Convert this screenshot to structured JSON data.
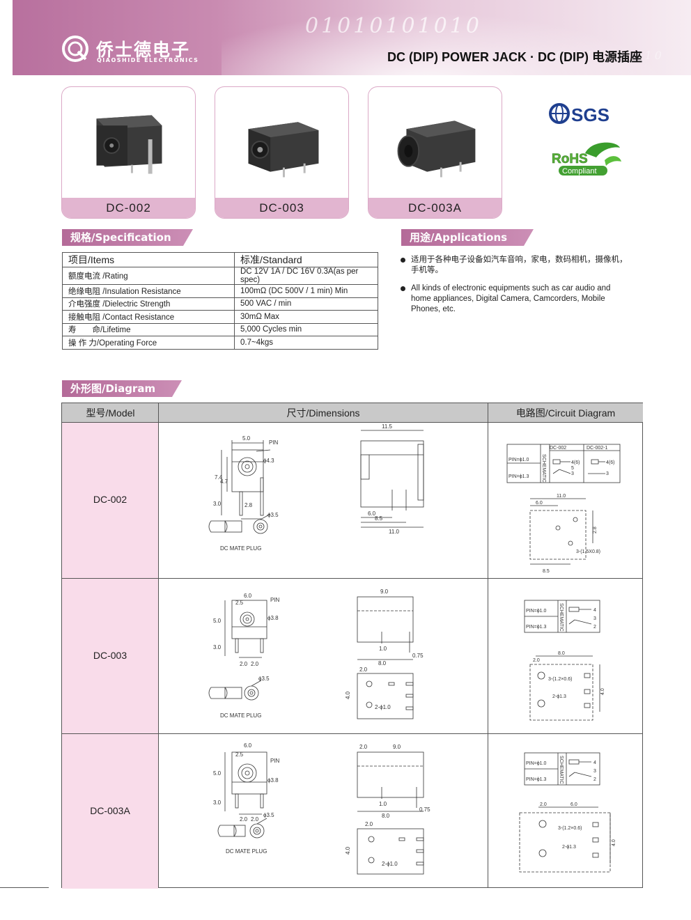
{
  "header": {
    "logo_cn": "侨士德电子",
    "logo_en": "QIAOSHIDE ELECTRONICS",
    "title": "DC (DIP) POWER JACK · DC (DIP) 电源插座",
    "binary_text": "01010101010"
  },
  "products": [
    {
      "name": "DC-002"
    },
    {
      "name": "DC-003"
    },
    {
      "name": "DC-003A"
    }
  ],
  "certs": {
    "sgs": "SGS",
    "rohs": "RoHS",
    "compliant": "Compliant"
  },
  "spec": {
    "banner": "规格/Specification",
    "col_items": "项目/Items",
    "col_standard": "标准/Standard",
    "rows": [
      {
        "item": "额度电流 /Rating",
        "value": "DC 12V 1A / DC 16V 0.3A(as per spec)"
      },
      {
        "item": "绝缘电阻 /Insulation Resistance",
        "value": "100mΩ (DC 500V / 1 min) Min"
      },
      {
        "item": "介电强度 /Dielectric Strength",
        "value": "500 VAC / min"
      },
      {
        "item": "接触电阻 /Contact Resistance",
        "value": "30mΩ Max"
      },
      {
        "item": "寿　　命/Lifetime",
        "value": "5,000 Cycles min"
      },
      {
        "item": "操 作 力/Operating Force",
        "value": "0.7~4kgs"
      }
    ]
  },
  "applications": {
    "banner": "用途/Applications",
    "items": [
      "适用于各种电子设备如汽车音响，家电，数码相机，摄像机，手机等。",
      "All kinds of electronic equipments such as car audio and home appliances, Digital Camera, Camcorders, Mobile Phones, etc."
    ]
  },
  "diagram": {
    "banner": "外形图/Diagram",
    "col_model": "型号/Model",
    "col_dimensions": "尺寸/Dimensions",
    "col_circuit": "电路图/Circuit Diagram",
    "rows": [
      {
        "model": "DC-002"
      },
      {
        "model": "DC-003"
      },
      {
        "model": "DC-003A"
      }
    ],
    "labels": {
      "pin": "PIN",
      "mate_plug": "DC MATE PLUG",
      "schematic": "SCHEMATIC",
      "dc002": "DC-002",
      "dc0021": "DC-002-1",
      "pin10": "PIN=ϕ1.0",
      "pin13": "PIN=ϕ1.3",
      "d43": "ϕ4.3",
      "d38": "ϕ3.8",
      "d35": "ϕ3.5",
      "d10x2": "2-ϕ1.0",
      "d13x2": "2-ϕ1.3",
      "slot15": "3-(1.5X0.8)",
      "slot12": "3-(1.2×0.6)",
      "n50": "5.0",
      "n60": "6.0",
      "n74": "7.4",
      "n47": "4.7",
      "n30": "3.0",
      "n28": "2.8",
      "n115": "11.5",
      "n85": "8.5",
      "n110": "11.0",
      "n90": "9.0",
      "n25": "2.5",
      "n20": "2.0",
      "n10": "1.0",
      "n80": "8.0",
      "n075": "0.75",
      "n40": "4.0",
      "p4b": "4(6)",
      "p5": "5",
      "p3": "3",
      "p4": "4",
      "p2": "2"
    }
  },
  "colors": {
    "accent": "#c07aa6",
    "model_bg": "#f9dcea",
    "header_bg": "#c9c9c9"
  }
}
